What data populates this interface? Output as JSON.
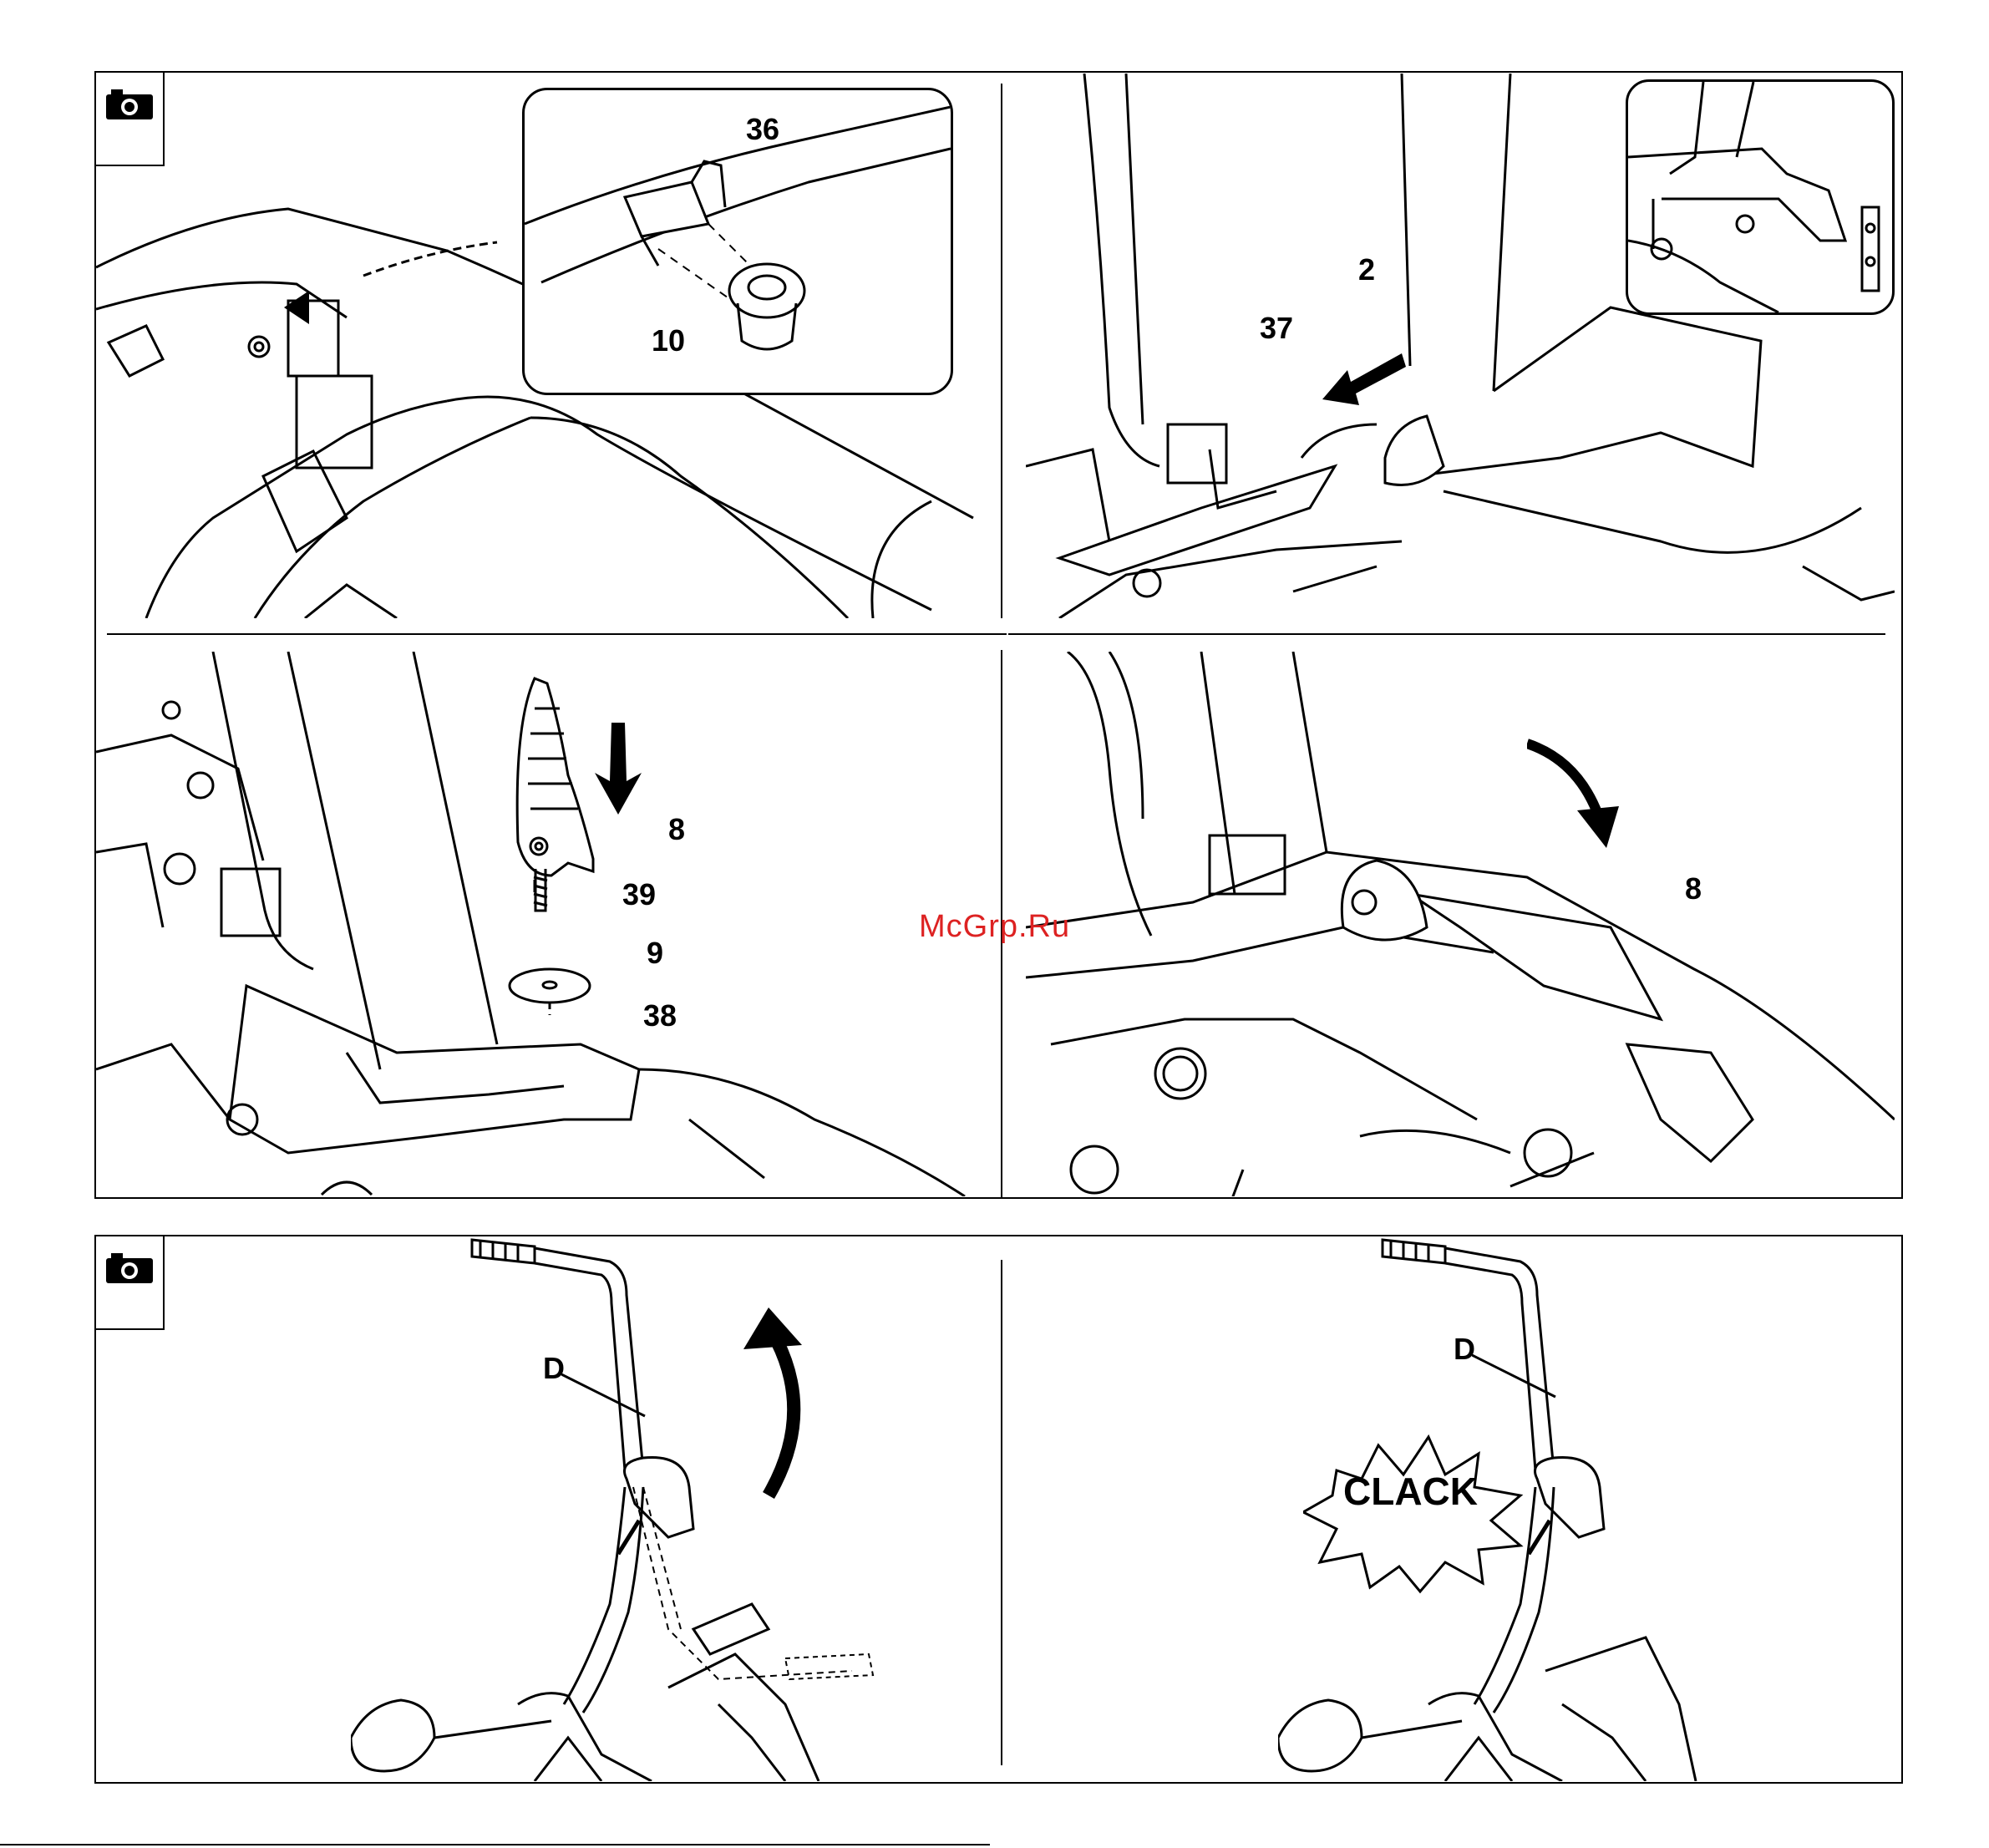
{
  "watermark": "McGrp.Ru",
  "top_figure": {
    "callouts": {
      "p1_36": "36",
      "p1_10": "10",
      "p2_2": "2",
      "p2_37": "37",
      "p3_8": "8",
      "p3_39": "39",
      "p3_9": "9",
      "p3_38": "38",
      "p4_8": "8"
    }
  },
  "bottom_figure": {
    "callouts": {
      "p5_D": "D",
      "p6_D": "D"
    },
    "sound_text": "CLACK"
  },
  "icons": [
    "camera-icon",
    "camera-icon",
    "arrow-icon"
  ]
}
